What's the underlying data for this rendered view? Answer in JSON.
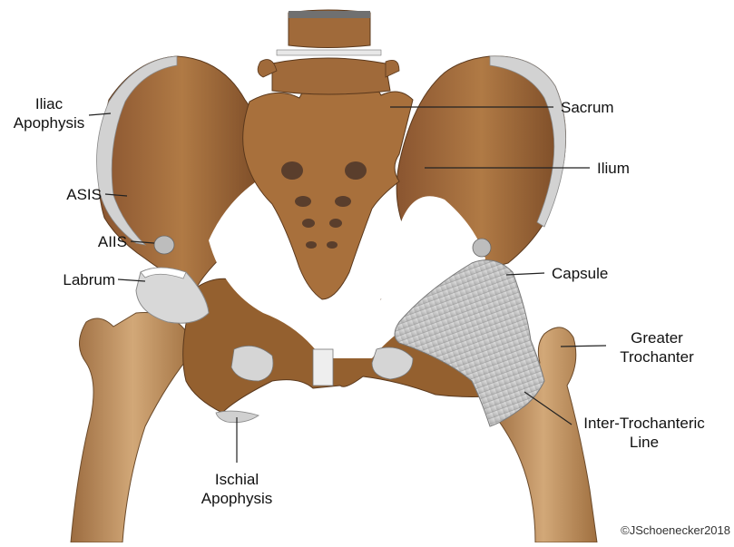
{
  "labels": {
    "iliac_apophysis": [
      "Iliac",
      "Apophysis"
    ],
    "asis": "ASIS",
    "aiis": "AIIS",
    "labrum": "Labrum",
    "sacrum": "Sacrum",
    "ilium": "Ilium",
    "capsule": "Capsule",
    "greater_trochanter": [
      "Greater",
      "Trochanter"
    ],
    "inter_trochanteric_line": [
      "Inter-Trochanteric",
      "Line"
    ],
    "ischial_apophysis": [
      "Ischial",
      "Apophysis"
    ]
  },
  "copyright": "©JSchoenecker2018",
  "colors": {
    "bone": "#a06a3a",
    "bone_dark": "#6b4220",
    "bone_light": "#c08a55",
    "femur": "#b98a5a",
    "cartilage": "#d8d8d8",
    "capsule": "#c9c9c9",
    "foramen": "#5a3e2c"
  }
}
